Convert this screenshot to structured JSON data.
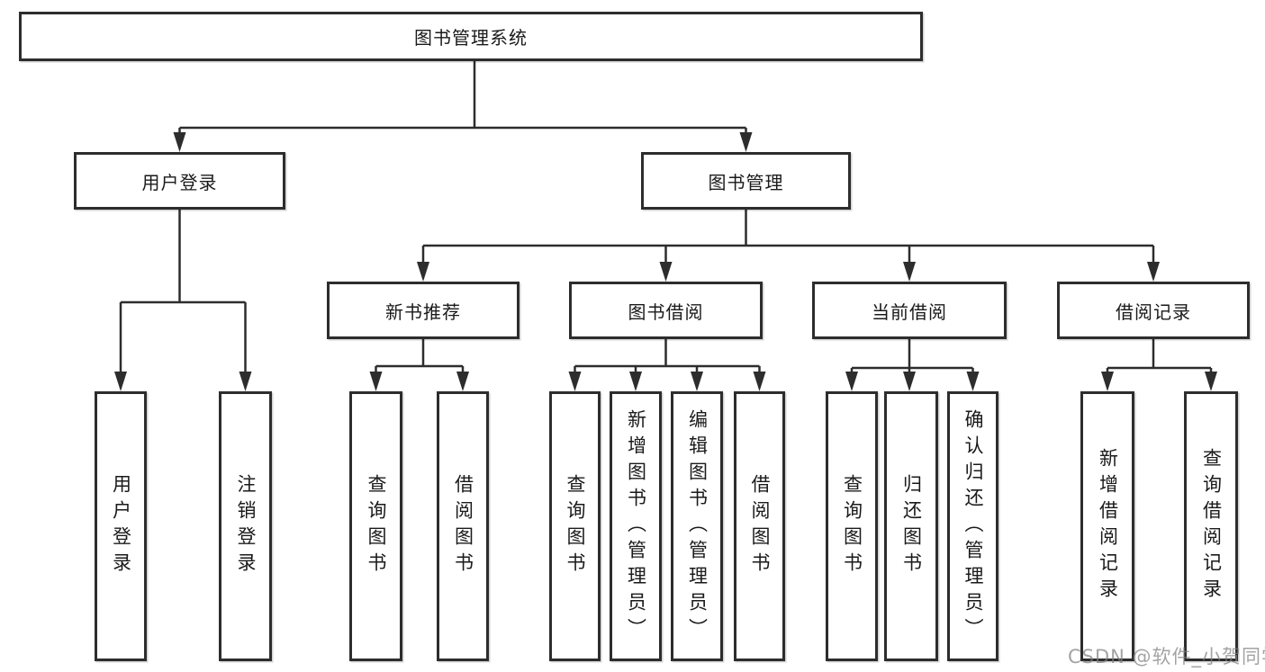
{
  "diagram": {
    "root_label": "图书管理系统",
    "level2": {
      "user_login": "用户登录",
      "book_management": "图书管理"
    },
    "level3": {
      "new_book_recommend": "新书推荐",
      "book_borrow": "图书借阅",
      "current_borrow": "当前借阅",
      "borrow_record": "借阅记录"
    },
    "leaves": {
      "user_login": [
        "用户登录",
        "注销登录"
      ],
      "new_book_recommend": [
        "查询图书",
        "借阅图书"
      ],
      "book_borrow": [
        "查询图书",
        "新增图书（管理员）",
        "编辑图书（管理员）",
        "借阅图书"
      ],
      "current_borrow": [
        "查询图书",
        "归还图书",
        "确认归还（管理员）"
      ],
      "borrow_record": [
        "新增借阅记录",
        "查询借阅记录"
      ]
    },
    "colors": {
      "line": "#2d2d2d",
      "text": "#1a1a1a",
      "box_background": "#ffffff"
    },
    "watermark": "CSDN @软件_小贺同学"
  }
}
